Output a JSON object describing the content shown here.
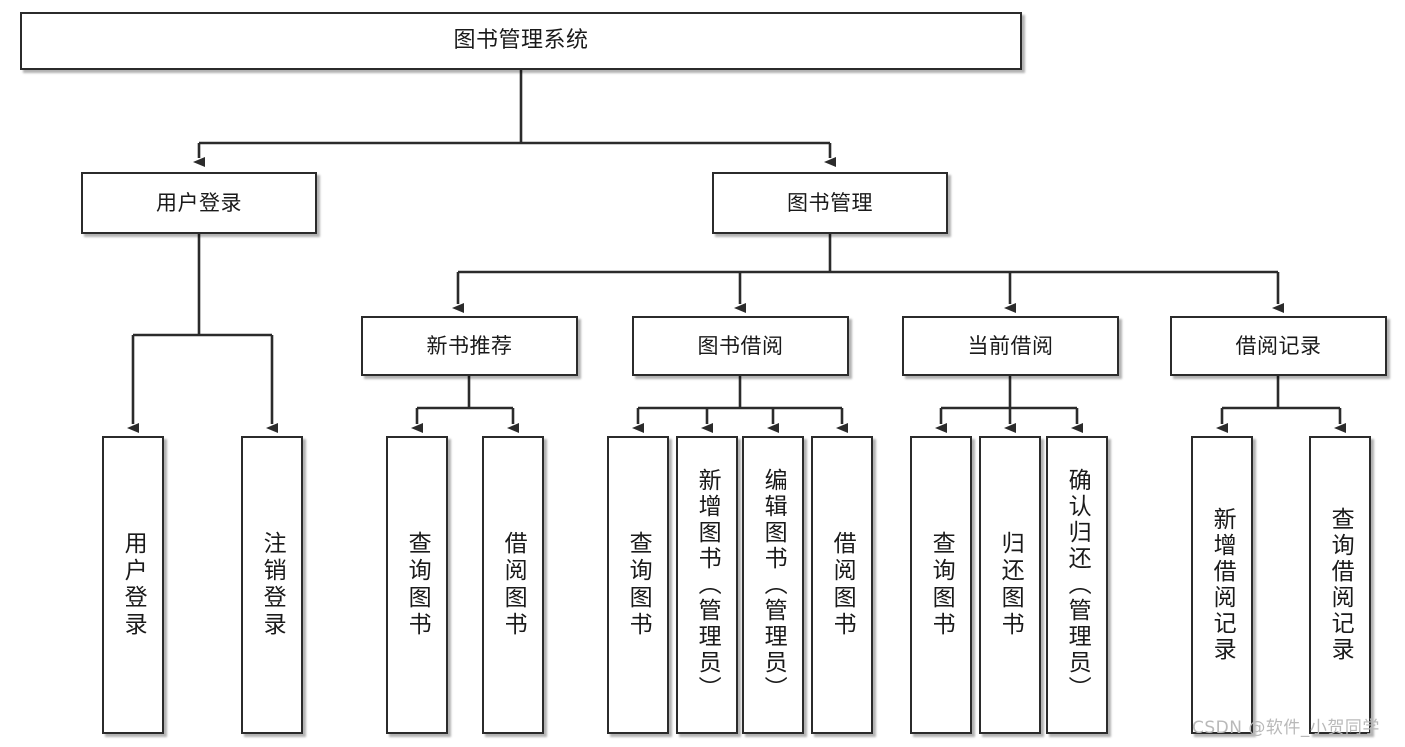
{
  "diagram": {
    "type": "tree-hierarchy-chart",
    "title": "图书管理系统",
    "levels": {
      "root": {
        "label": "图书管理系统"
      },
      "level2": [
        {
          "label": "用户登录"
        },
        {
          "label": "图书管理"
        }
      ],
      "level3": [
        {
          "label": "新书推荐"
        },
        {
          "label": "图书借阅"
        },
        {
          "label": "当前借阅"
        },
        {
          "label": "借阅记录"
        }
      ],
      "leaves": {
        "user_login": [
          {
            "label": "用户登录"
          },
          {
            "label": "注销登录"
          }
        ],
        "new_book_recommend": [
          {
            "label": "查询图书"
          },
          {
            "label": "借阅图书"
          }
        ],
        "book_borrow": [
          {
            "label": "查询图书"
          },
          {
            "label": "新增图书（管理员）"
          },
          {
            "label": "编辑图书（管理员）"
          },
          {
            "label": "借阅图书"
          }
        ],
        "current_borrow": [
          {
            "label": "查询图书"
          },
          {
            "label": "归还图书"
          },
          {
            "label": "确认归还（管理员）"
          }
        ],
        "borrow_record": [
          {
            "label": "新增借阅记录"
          },
          {
            "label": "查询借阅记录"
          }
        ]
      }
    }
  },
  "watermark": {
    "text": "CSDN @软件_小贺同学"
  },
  "colors": {
    "stroke": "#2b2b2b",
    "box_fill": "#ffffff",
    "text": "#1a1a1a",
    "watermark": "#b9b9b9",
    "background": "#ffffff"
  }
}
